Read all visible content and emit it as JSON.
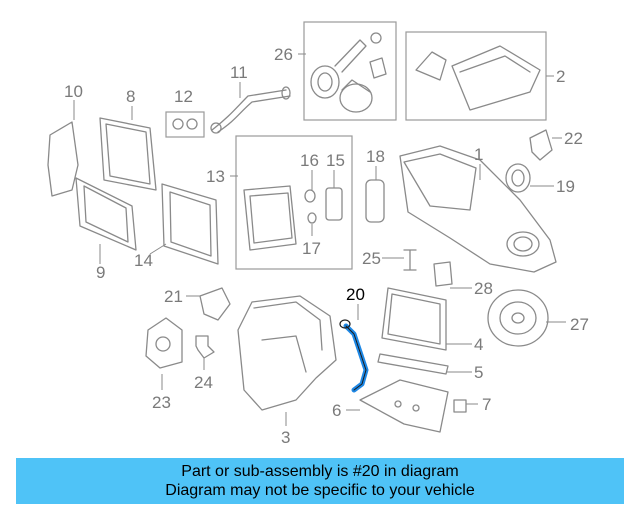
{
  "banner": {
    "line1": "Part or sub-assembly is #20 in diagram",
    "line2": "Diagram may not be specific to your vehicle"
  },
  "highlight_color": "#1e88e5",
  "banner_color": "#4fc3f7",
  "callouts": {
    "c1": "1",
    "c2": "2",
    "c3": "3",
    "c4": "4",
    "c5": "5",
    "c6": "6",
    "c7": "7",
    "c8": "8",
    "c9": "9",
    "c10": "10",
    "c11": "11",
    "c12": "12",
    "c13": "13",
    "c14": "14",
    "c15": "15",
    "c16": "16",
    "c17": "17",
    "c18": "18",
    "c19": "19",
    "c20": "20",
    "c21": "21",
    "c22": "22",
    "c23": "23",
    "c24": "24",
    "c25": "25",
    "c26": "26",
    "c27": "27",
    "c28": "28"
  }
}
